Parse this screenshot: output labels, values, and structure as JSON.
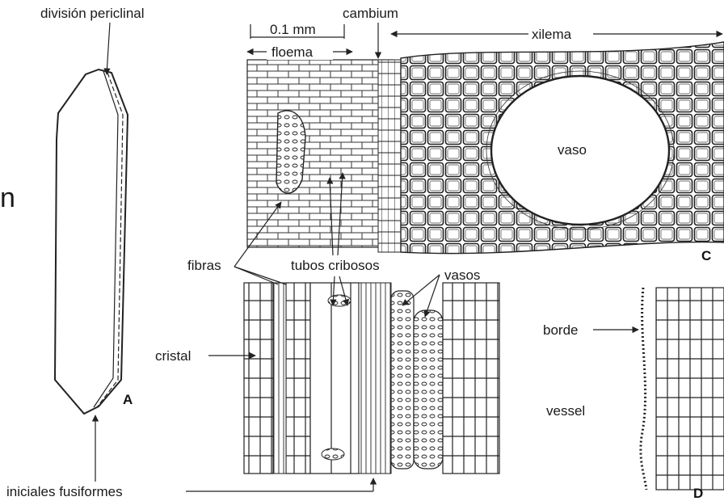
{
  "labels": {
    "division_periclinal": "división periclinal",
    "iniciales_fusiformes": "iniciales fusiformes",
    "scale": "0.1 mm",
    "floema": "floema",
    "cambium": "cambium",
    "xilema": "xilema",
    "vaso": "vaso",
    "fibras": "fibras",
    "tubos_cribosos": "tubos cribosos",
    "vasos": "vasos",
    "cristal": "cristal",
    "borde": "borde",
    "vessel": "vessel",
    "cut_letter": "n"
  },
  "panels": {
    "a": "A",
    "c": "C",
    "d": "D"
  }
}
